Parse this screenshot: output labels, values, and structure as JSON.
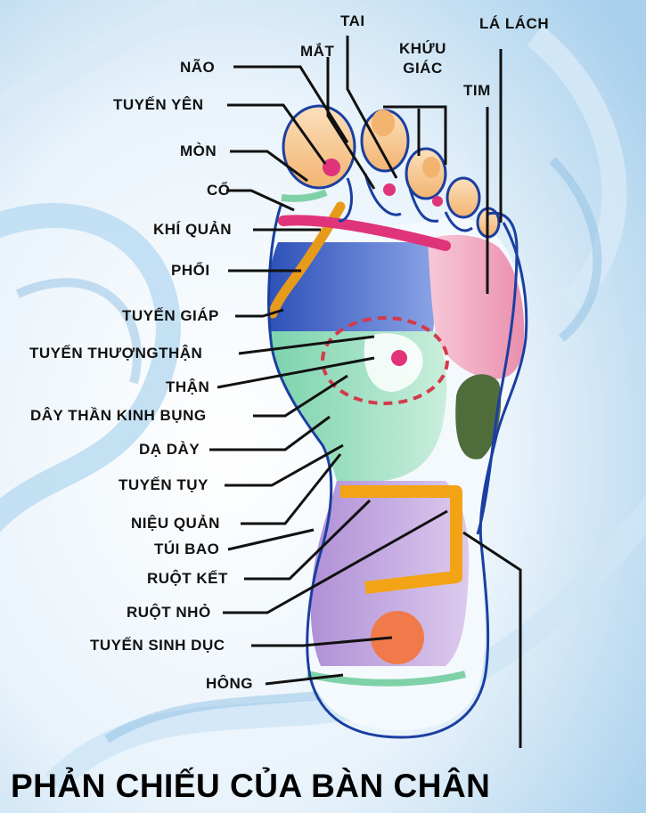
{
  "title": "PHẢN CHIẾU CỦA BÀN CHÂN",
  "labels": {
    "nao": "NÃO",
    "tuyen_yen": "TUYẾN YÊN",
    "mon": "MÒN",
    "co": "CỔ",
    "khi_quan": "KHÍ QUẢN",
    "phoi": "PHỔI",
    "tuyen_giap": "TUYẾN GIÁP",
    "tuyen_thuong_than": "TUYẾN THƯỢNGTHẬN",
    "than": "THẬN",
    "day_than_kinh_bung": "DÂY THẦN KINH BỤNG",
    "da_day": "DẠ DÀY",
    "tuyen_tuy": "TUYẾN TỤY",
    "nieu_quan": "NIỆU QUẢN",
    "tui_bao": "TÚI BAO",
    "ruot_ket": "RUỘT KẾT",
    "ruot_nho": "RUỘT NHỎ",
    "tuyen_sinh_duc": "TUYẾN SINH DỤC",
    "hong": "HÔNG",
    "mat": "MẮT",
    "tai": "TAI",
    "khuu_giac": "KHỨU\nGIÁC",
    "la_lach": "LÁ LÁCH",
    "tim": "TIM"
  },
  "colors": {
    "background_light": "#e6f2fb",
    "background_swirl": "#9cc8e8",
    "outline": "#1b3fa0",
    "lung_region": "#3d63c8",
    "heart_region": "#f2a9c0",
    "stomach_region": "#93dcb8",
    "intestine_region": "#c5a6de",
    "spleen": "#4e6b3a",
    "colon_band": "#f2a414",
    "gonad": "#f07a4a",
    "pink_points": "#e0347a",
    "hip_band": "#7fd1a8",
    "toe_tip": "#f5c690"
  }
}
